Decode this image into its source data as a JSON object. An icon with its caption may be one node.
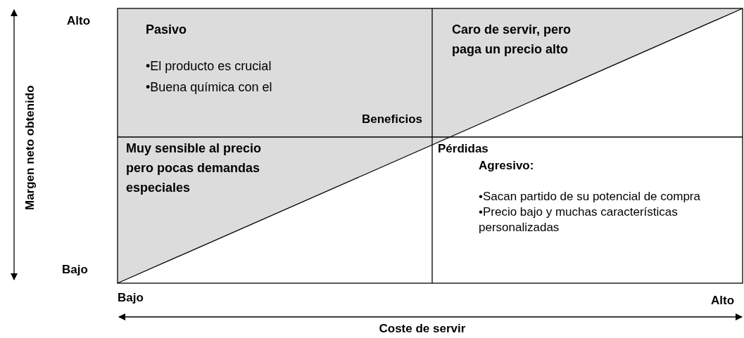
{
  "diagram": {
    "nodes": [
      {
        "text": [
          "Pasivo",
          "•El producto es crucial",
          "•Buena química con el"
        ]
      },
      {
        "text": [
          "Caro de servir, pero paga un precio alto"
        ]
      },
      {
        "text": [
          "Muy sensible al precio pero pocas demandas especiales"
        ]
      },
      {
        "text": [
          "Agresivo:",
          "•Sacan partido de su potencial de compra",
          "•Precio bajo y muchas características personalizadas"
        ]
      }
    ],
    "edges": [],
    "labels": [
      "Alto",
      "Margen neto obtenido",
      "Beneficios",
      "Pérdidas",
      "Bajo",
      "Bajo",
      "Alto",
      "Coste de servir"
    ]
  }
}
